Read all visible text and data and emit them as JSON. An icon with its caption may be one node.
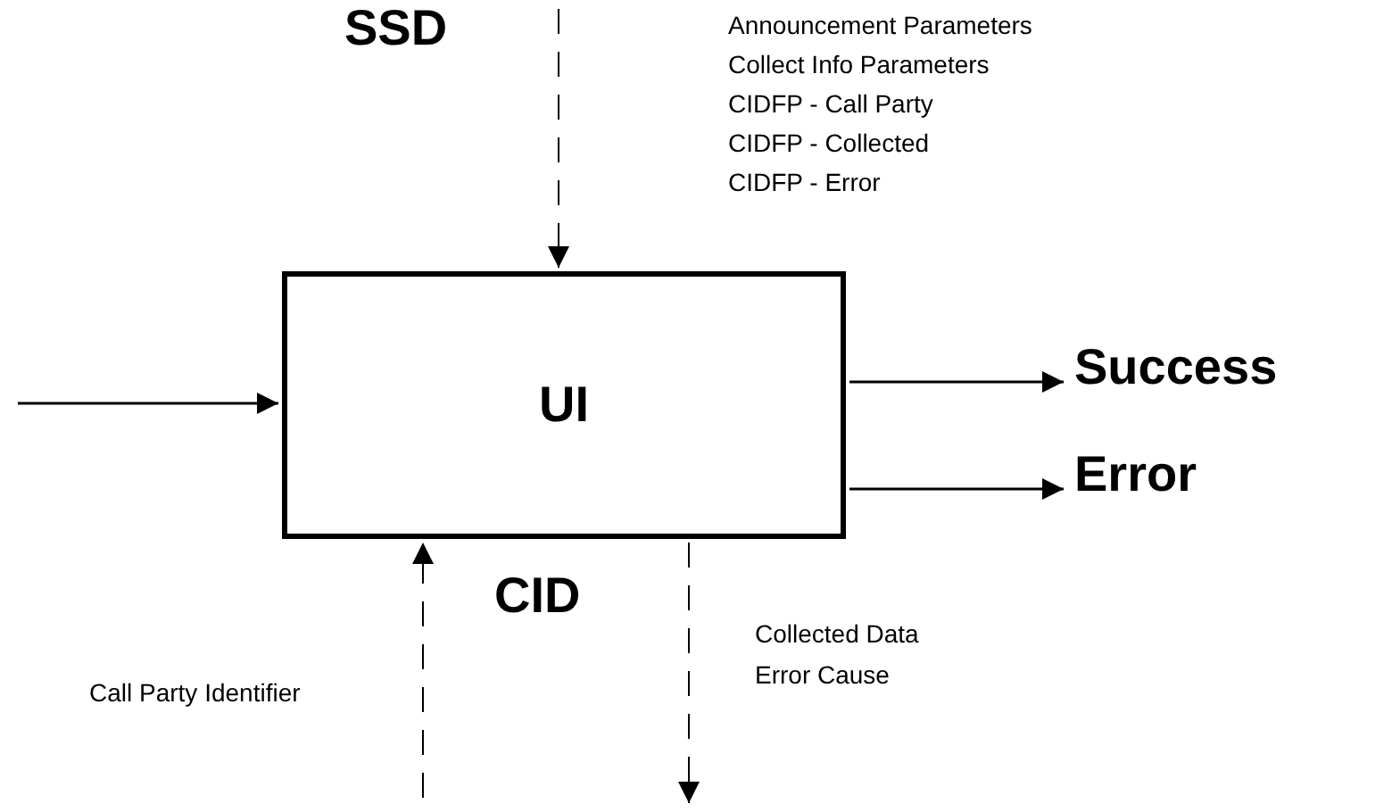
{
  "diagram": {
    "nodes": [
      {
        "text": [
          "UI"
        ]
      },
      {
        "text": [
          "Success"
        ]
      },
      {
        "text": [
          "Error"
        ]
      }
    ],
    "edges": [
      {
        "from": null,
        "to": 0,
        "arrow": "to"
      },
      {
        "from": null,
        "to": 0,
        "arrow": "to",
        "style": "dashed"
      },
      {
        "from": 0,
        "to": 1,
        "arrow": "to"
      },
      {
        "from": 0,
        "to": 2,
        "arrow": "to"
      },
      {
        "from": null,
        "to": 0,
        "arrow": "to",
        "style": "dashed"
      },
      {
        "from": 0,
        "to": null,
        "arrow": "to",
        "style": "dashed"
      }
    ],
    "labels": [
      "SSD",
      "Announcement Parameters",
      "Collect Info Parameters",
      "CIDFP - Call Party",
      "CIDFP - Collected",
      "CIDFP - Error",
      "CID",
      "Collected Data",
      "Error Cause",
      "Call Party Identifier"
    ]
  }
}
